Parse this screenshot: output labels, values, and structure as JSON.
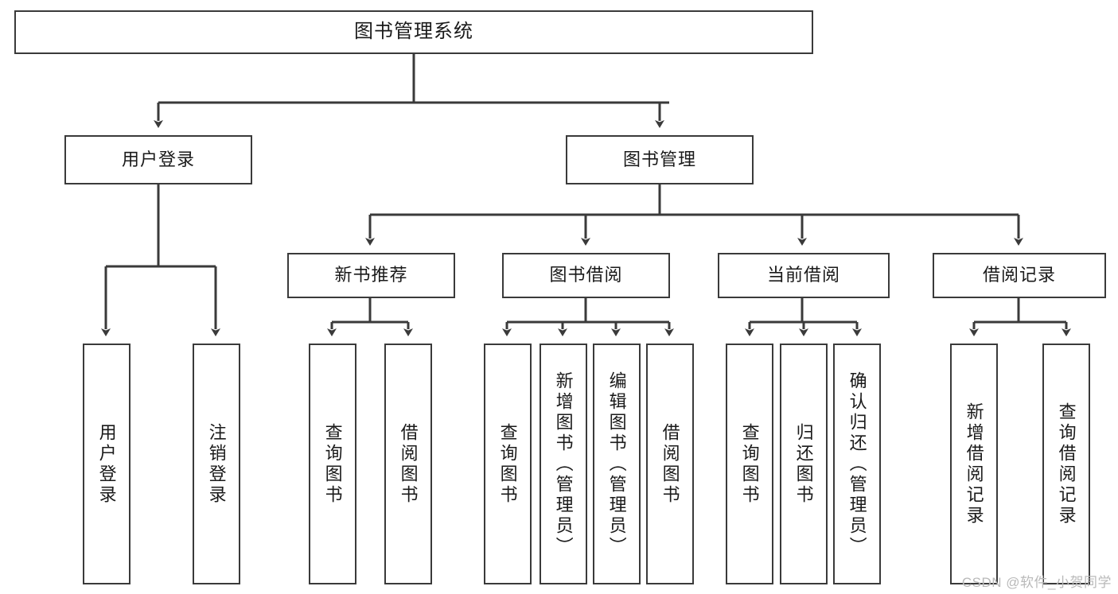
{
  "diagram": {
    "title": "图书管理系统",
    "type": "tree",
    "root": {
      "label": "图书管理系统"
    },
    "level2": [
      {
        "id": "user-login",
        "label": "用户登录"
      },
      {
        "id": "book-manage",
        "label": "图书管理"
      }
    ],
    "level3": [
      {
        "id": "new-book-recommend",
        "label": "新书推荐",
        "parent": "book-manage"
      },
      {
        "id": "book-borrow",
        "label": "图书借阅",
        "parent": "book-manage"
      },
      {
        "id": "current-borrow",
        "label": "当前借阅",
        "parent": "book-manage"
      },
      {
        "id": "borrow-record",
        "label": "借阅记录",
        "parent": "book-manage"
      }
    ],
    "leaves": [
      {
        "id": "leaf-user-login",
        "label": "用户登录",
        "parent": "user-login"
      },
      {
        "id": "leaf-logout-login",
        "label": "注销登录",
        "parent": "user-login"
      },
      {
        "id": "leaf-query-book-1",
        "label": "查询图书",
        "parent": "new-book-recommend"
      },
      {
        "id": "leaf-borrow-book-1",
        "label": "借阅图书",
        "parent": "new-book-recommend"
      },
      {
        "id": "leaf-query-book-2",
        "label": "查询图书",
        "parent": "book-borrow"
      },
      {
        "id": "leaf-add-book-admin",
        "label": "新增图书（管理员）",
        "parent": "book-borrow"
      },
      {
        "id": "leaf-edit-book-admin",
        "label": "编辑图书（管理员）",
        "parent": "book-borrow"
      },
      {
        "id": "leaf-borrow-book-2",
        "label": "借阅图书",
        "parent": "book-borrow"
      },
      {
        "id": "leaf-query-book-3",
        "label": "查询图书",
        "parent": "current-borrow"
      },
      {
        "id": "leaf-return-book",
        "label": "归还图书",
        "parent": "current-borrow"
      },
      {
        "id": "leaf-confirm-return-admin",
        "label": "确认归还（管理员）",
        "parent": "current-borrow"
      },
      {
        "id": "leaf-add-borrow-record",
        "label": "新增借阅记录",
        "parent": "borrow-record"
      },
      {
        "id": "leaf-query-borrow-record",
        "label": "查询借阅记录",
        "parent": "borrow-record"
      }
    ],
    "colors": {
      "stroke": "#3a3a3a",
      "fill": "#ffffff",
      "text": "#1a1a1a",
      "watermark": "#b9b9b9"
    }
  },
  "watermark": {
    "text": "CSDN @软件_小贺同学"
  }
}
